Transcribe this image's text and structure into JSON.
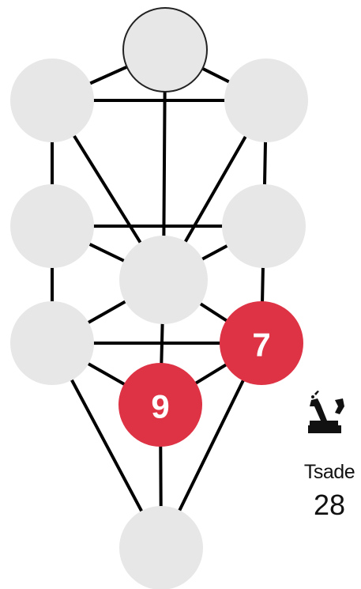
{
  "colors": {
    "node_fill": "#e8e7e7",
    "highlight": "#de3345",
    "line": "#000000",
    "number_text": "#ffffff"
  },
  "nodes": [
    {
      "id": "top",
      "highlighted": false,
      "label": ""
    },
    {
      "id": "upper-left",
      "highlighted": false,
      "label": ""
    },
    {
      "id": "upper-right",
      "highlighted": false,
      "label": ""
    },
    {
      "id": "middle-left",
      "highlighted": false,
      "label": ""
    },
    {
      "id": "middle-right",
      "highlighted": false,
      "label": ""
    },
    {
      "id": "center",
      "highlighted": false,
      "label": ""
    },
    {
      "id": "lower-left",
      "highlighted": false,
      "label": ""
    },
    {
      "id": "lower-right",
      "highlighted": true,
      "label": "7"
    },
    {
      "id": "lower-center",
      "highlighted": true,
      "label": "9"
    },
    {
      "id": "bottom",
      "highlighted": false,
      "label": ""
    }
  ],
  "paths": [
    [
      "top",
      "upper-left"
    ],
    [
      "top",
      "upper-right"
    ],
    [
      "top",
      "center"
    ],
    [
      "upper-left",
      "upper-right"
    ],
    [
      "upper-left",
      "middle-left"
    ],
    [
      "upper-left",
      "center"
    ],
    [
      "upper-right",
      "middle-right"
    ],
    [
      "upper-right",
      "center"
    ],
    [
      "middle-left",
      "middle-right"
    ],
    [
      "middle-left",
      "center"
    ],
    [
      "middle-left",
      "lower-left"
    ],
    [
      "middle-right",
      "center"
    ],
    [
      "middle-right",
      "lower-right"
    ],
    [
      "center",
      "lower-left"
    ],
    [
      "center",
      "lower-right"
    ],
    [
      "center",
      "lower-center"
    ],
    [
      "lower-left",
      "lower-right"
    ],
    [
      "lower-left",
      "lower-center"
    ],
    [
      "lower-left",
      "bottom"
    ],
    [
      "lower-right",
      "lower-center"
    ],
    [
      "lower-right",
      "bottom"
    ],
    [
      "lower-center",
      "bottom"
    ]
  ],
  "highlighted_path": [
    "lower-right",
    "lower-center"
  ],
  "letter": {
    "icon": "tsade-letter-icon",
    "name": "Tsade",
    "path_number": "28"
  }
}
